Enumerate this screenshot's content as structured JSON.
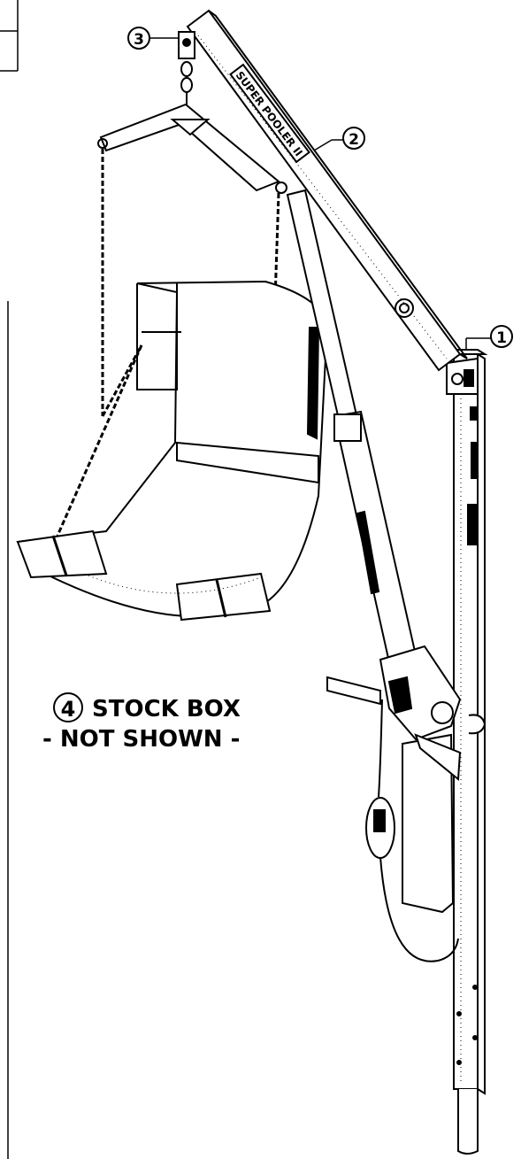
{
  "callouts": [
    {
      "number": "1"
    },
    {
      "number": "2"
    },
    {
      "number": "3"
    },
    {
      "number": "4",
      "text": "STOCK BOX",
      "subtext": "- NOT SHOWN -"
    }
  ],
  "boom_label": "SUPER POOLER II",
  "colors": {
    "line": "#000000",
    "background": "#ffffff"
  }
}
